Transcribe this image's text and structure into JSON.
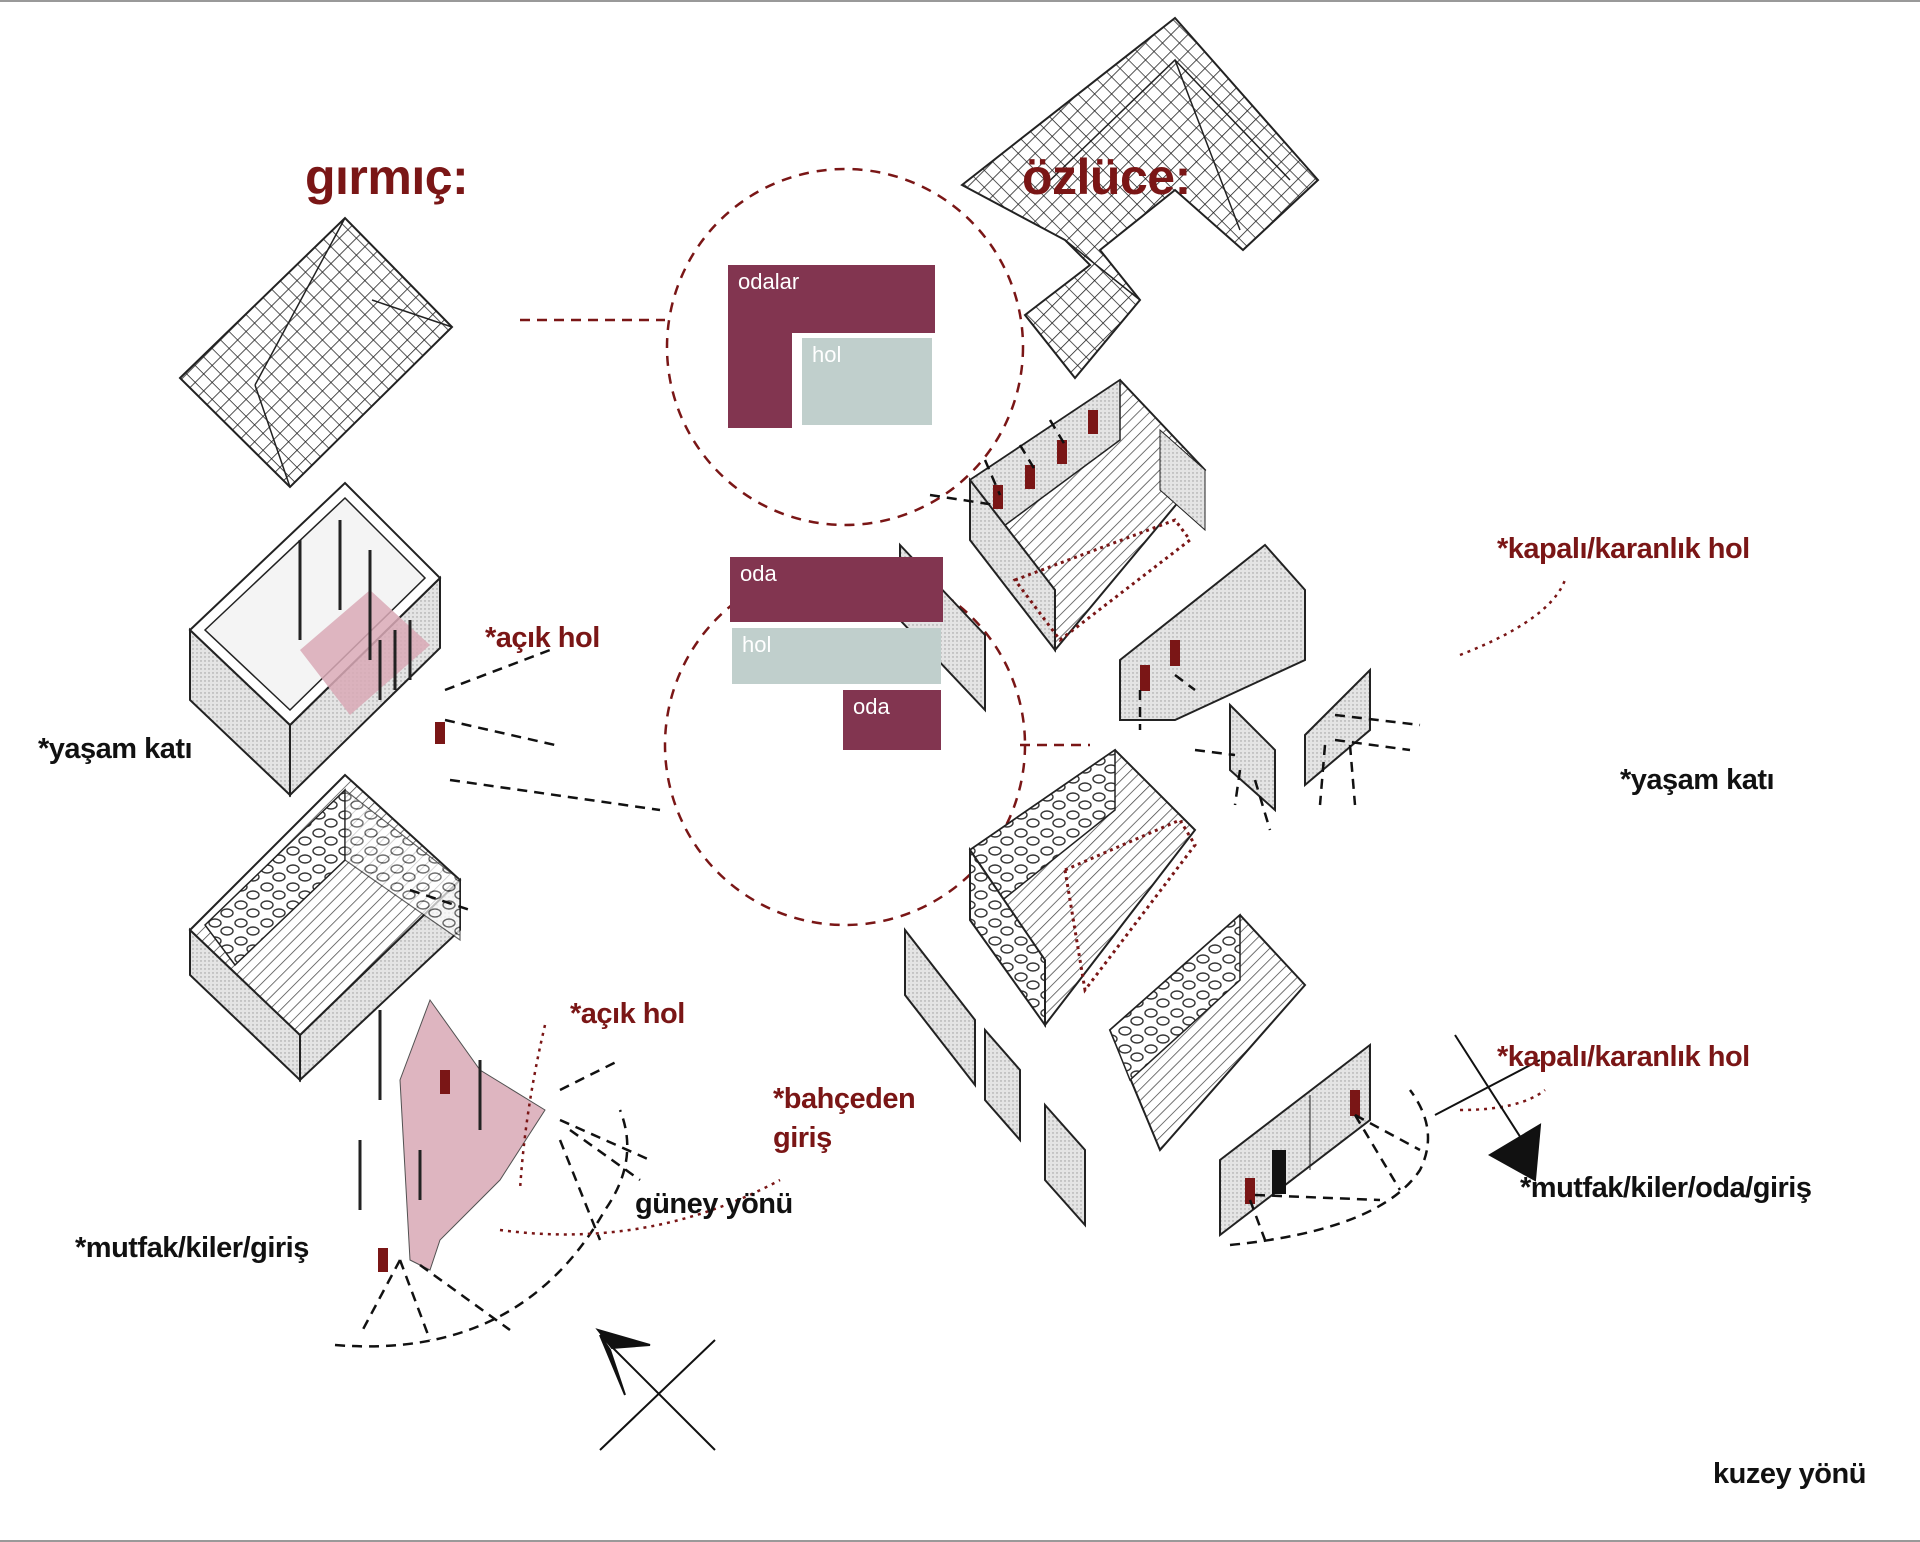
{
  "titles": {
    "left": "gırmıç:",
    "right": "özlüce:"
  },
  "diagram_upper": {
    "rooms": "odalar",
    "hall": "hol"
  },
  "diagram_lower": {
    "room_top": "oda",
    "hall": "hol",
    "room_bottom": "oda"
  },
  "left_labels": {
    "open_hall_upper": "*açık hol",
    "living_floor": "*yaşam katı",
    "open_hall_lower": "*açık hol",
    "garden_entry_1": "*bahçeden",
    "garden_entry_2": "giriş",
    "south": "güney yönü",
    "kitchen": "*mutfak/kiler/giriş"
  },
  "right_labels": {
    "closed_hall_upper": "*kapalı/karanlık hol",
    "living_floor": "*yaşam katı",
    "closed_hall_lower": "*kapalı/karanlık hol",
    "kitchen": "*mutfak/kiler/oda/giriş",
    "north": "kuzey yönü"
  },
  "colors": {
    "accent": "#7a1616",
    "room": "#823550",
    "hall": "#c0cfcc",
    "open_hall_tint": "#d9a9b6"
  }
}
